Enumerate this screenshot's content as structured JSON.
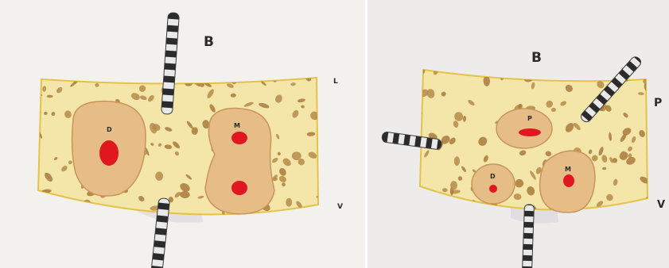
{
  "left_panel": {
    "title": "B",
    "labels": {
      "top": "L",
      "bottom": "V",
      "left_cell": "D",
      "right_cell": "M"
    }
  },
  "right_panel": {
    "title": "B",
    "labels": {
      "right_top": "P",
      "right_bottom": "V",
      "top_cell": "P",
      "left_cell": "D",
      "right_cell": "M"
    }
  },
  "colors": {
    "background_left": "#f3f1ee",
    "background_right": "#eeeceb",
    "bone": "#f3e6a8",
    "bone_edge": "#e3c349",
    "pore": "#b68a4a",
    "follicle": "#e6bd86",
    "follicle_edge": "#c9955b",
    "blood": "#e0171f",
    "probe_dark": "#2b2b2b",
    "probe_light": "#e9e9e9"
  }
}
